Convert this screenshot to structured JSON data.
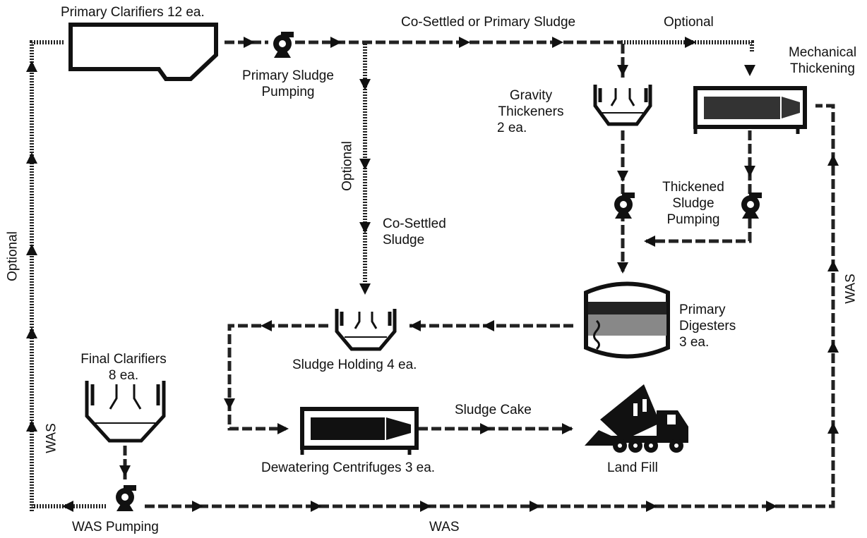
{
  "labels": {
    "primary_clarifiers": "Primary Clarifiers 12 ea.",
    "primary_sludge_pumping": [
      "Primary Sludge",
      "Pumping"
    ],
    "co_settled_or_primary": "Co-Settled or Primary Sludge",
    "optional_top": "Optional",
    "mechanical_thickening": [
      "Mechanical",
      "Thickening"
    ],
    "gravity_thickeners": [
      "Gravity",
      "Thickeners",
      "2 ea."
    ],
    "thickened_sludge_pumping": [
      "Thickened",
      "Sludge",
      "Pumping"
    ],
    "optional_mid": "Optional",
    "co_settled_sludge": [
      "Co-Settled",
      "Sludge"
    ],
    "optional_left": "Optional",
    "primary_digesters": [
      "Primary",
      "Digesters",
      "3 ea."
    ],
    "was_right": "WAS",
    "sludge_holding": "Sludge Holding 4 ea.",
    "final_clarifiers": [
      "Final Clarifiers",
      "8 ea."
    ],
    "was_left": "WAS",
    "sludge_cake": "Sludge Cake",
    "dewatering_centrifuges": "Dewatering Centrifuges 3 ea.",
    "land_fill": "Land Fill",
    "was_pumping": "WAS Pumping",
    "was_bottom": "WAS"
  },
  "colors": {
    "ink": "#111111",
    "flow": "#222222"
  }
}
